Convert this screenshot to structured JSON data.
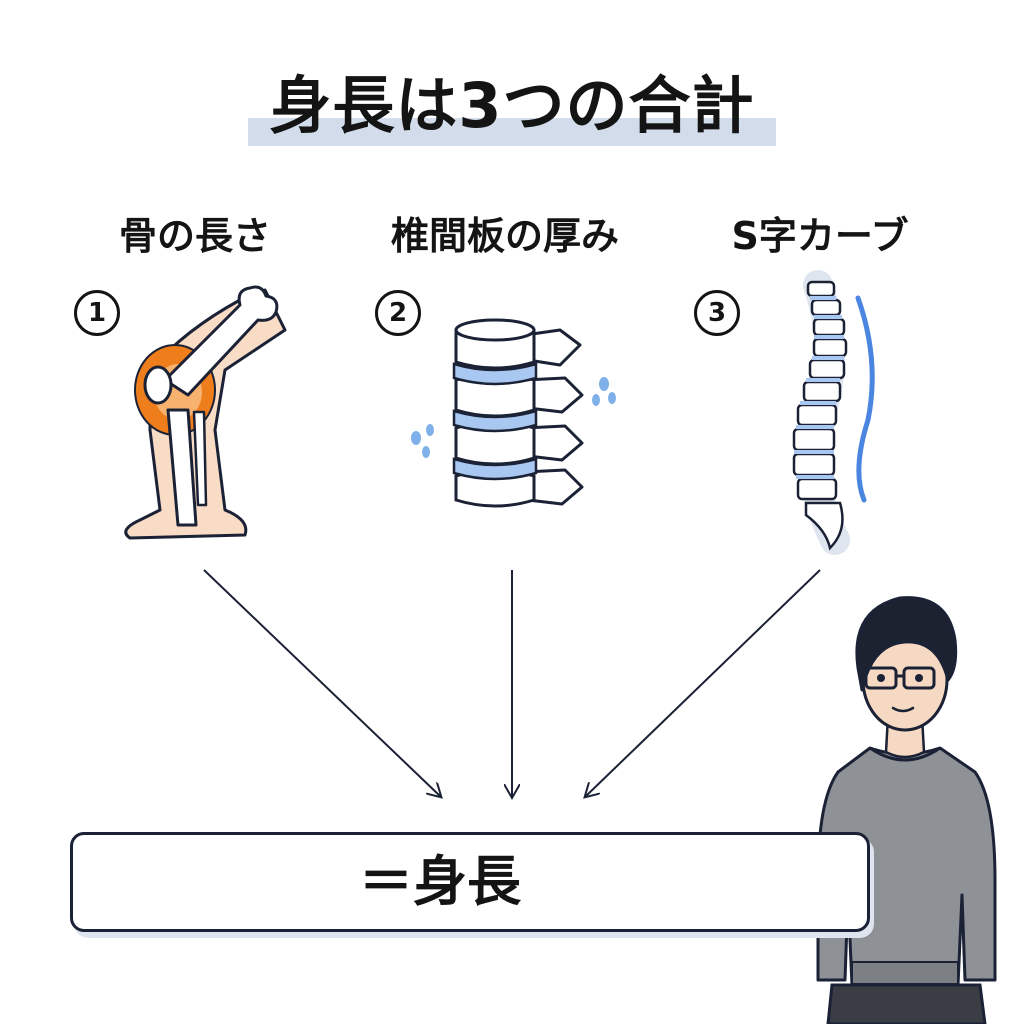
{
  "title": "身長は3つの合計",
  "factors": [
    {
      "number": "1",
      "label": "骨の長さ"
    },
    {
      "number": "2",
      "label": "椎間板の厚み"
    },
    {
      "number": "3",
      "label": "S字カーブ"
    }
  ],
  "result": "＝身長",
  "colors": {
    "accent_blue": "#4a86e0",
    "joint_orange": "#ee7d1c",
    "title_highlight": "#d3dcea",
    "line": "#1b2236"
  }
}
